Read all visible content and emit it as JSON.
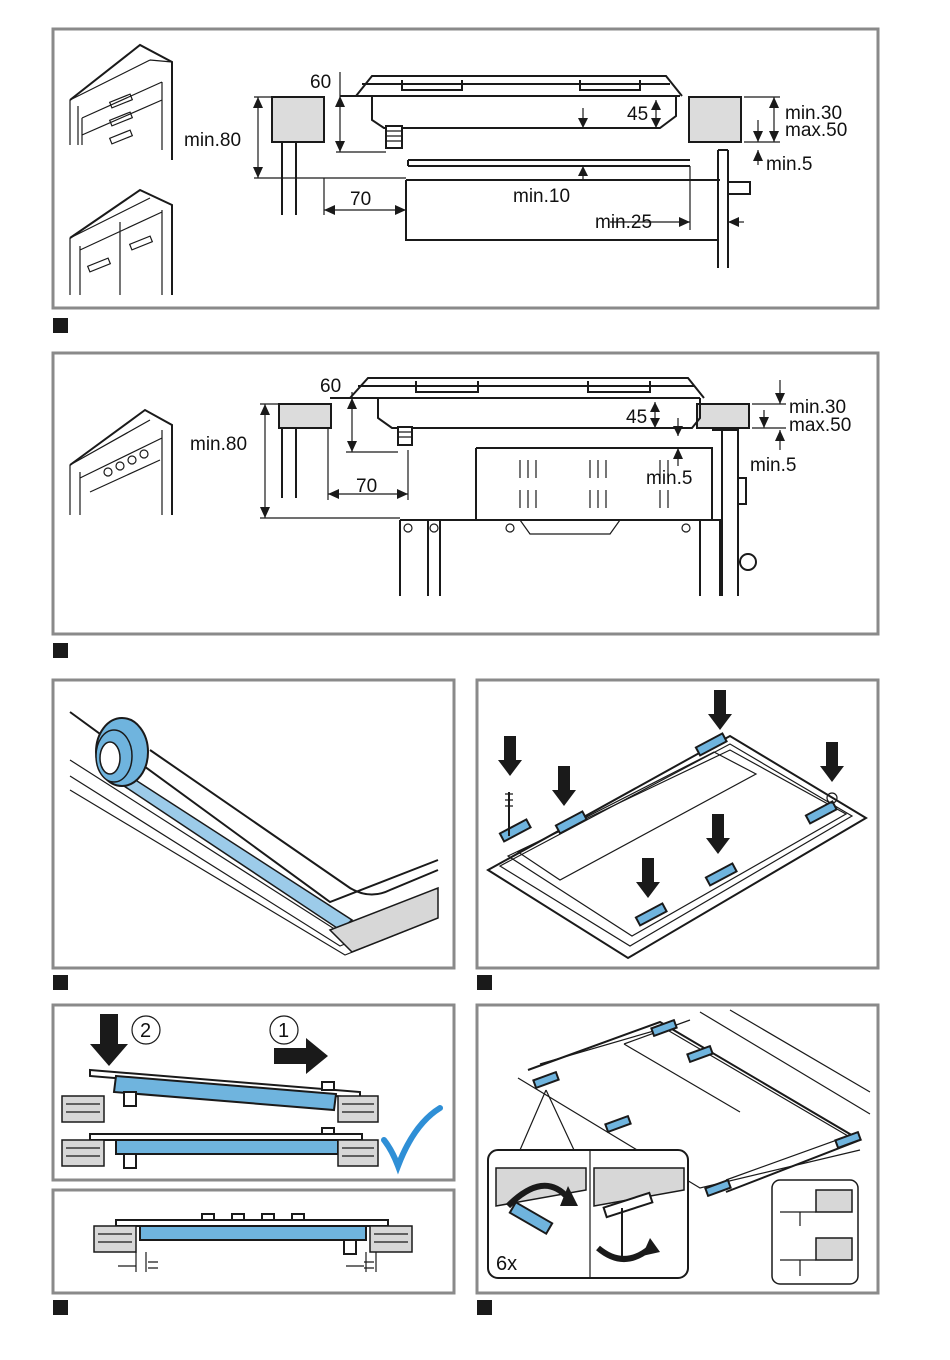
{
  "fig1": {
    "dim_60": "60",
    "dim_45": "45",
    "dim_min80": "min.80",
    "dim_min30": "min.30",
    "dim_max50": "max.50",
    "dim_min5": "min.5",
    "dim_70": "70",
    "dim_min10": "min.10",
    "dim_min25": "min.25"
  },
  "fig2": {
    "dim_60": "60",
    "dim_45": "45",
    "dim_min80": "min.80",
    "dim_min30": "min.30",
    "dim_max50": "max.50",
    "dim_min5_right": "min.5",
    "dim_70": "70",
    "dim_min5_center": "min.5"
  },
  "fig5": {
    "step_2": "2",
    "step_1": "1"
  },
  "fig7": {
    "count_label": "6x"
  },
  "colors": {
    "accent_blue": "#6fb4de",
    "check_blue": "#2f8fd6",
    "panel_border": "#8a8a8a"
  }
}
